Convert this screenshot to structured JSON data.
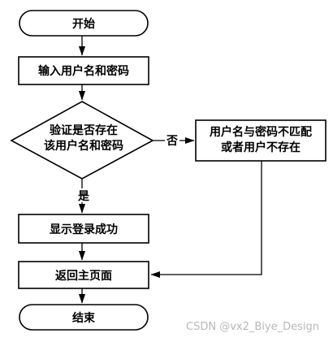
{
  "flowchart": {
    "start": "开始",
    "input": "输入用户名和密码",
    "decision": [
      "验证是否存在",
      "该用户名和密码"
    ],
    "error": [
      "用户名与密码不匹配",
      "或者用户不存在"
    ],
    "success": "显示登录成功",
    "return_home": "返回主页面",
    "end": "结束",
    "label_no": "否",
    "label_yes": "是"
  },
  "watermark": "CSDN @vx2_Biye_Design"
}
